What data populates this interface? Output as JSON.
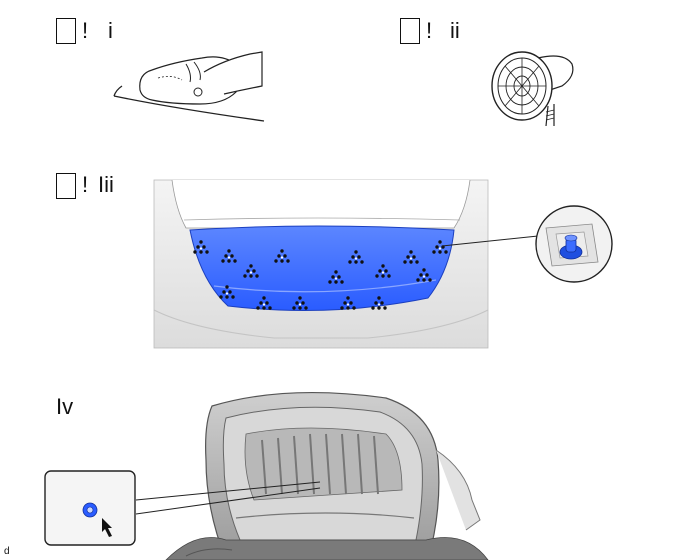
{
  "steps": [
    {
      "mark": "!",
      "label": "i"
    },
    {
      "mark": "!",
      "label": "ii"
    },
    {
      "mark": "!",
      "label": "Iii"
    },
    {
      "mark": "",
      "label": "Iv"
    }
  ],
  "caption": "d",
  "colors": {
    "highlight": "#2a5cff",
    "line": "#222222",
    "panel": "#e9e9e9"
  }
}
